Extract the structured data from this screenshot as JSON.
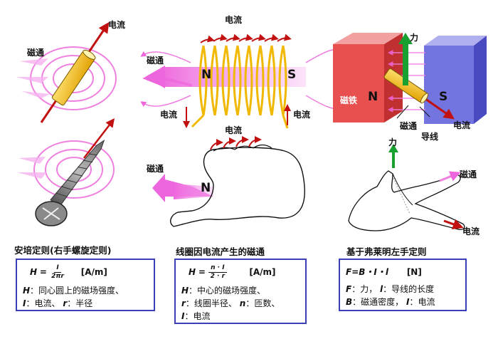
{
  "labels": {
    "current": "电流",
    "flux": "磁通",
    "north": "N",
    "south": "S",
    "force": "力",
    "iron": "磁铁",
    "wire": "导线"
  },
  "panels": {
    "left": {
      "title": "安培定则(右手螺旋定则)",
      "formula_lhs": "H",
      "formula_num": "I",
      "formula_den": "2πr",
      "formula_unit": "[A/m]",
      "line1_sym": "H",
      "line1_text": "：同心圆上的磁场强度、",
      "line2_sym1": "I",
      "line2_text1": "：电流、",
      "line2_sym2": "r",
      "line2_text2": "：半径"
    },
    "middle": {
      "title": "线圈因电流产生的磁通",
      "formula_lhs": "H",
      "formula_num": "n · I",
      "formula_den": "2 · r",
      "formula_unit": "[A/m]",
      "line1_sym": "H",
      "line1_text": "：中心的磁场强度、",
      "line2_sym1": "r",
      "line2_text1": "：线圈半径、",
      "line2_sym2": "n",
      "line2_text2": "：匝数、",
      "line3_sym": "I",
      "line3_text": "：电流"
    },
    "right": {
      "title": "基于弗莱明左手定则",
      "formula": "F=B・I・l",
      "formula_unit": "[N]",
      "line1_sym1": "F",
      "line1_text1": "：力，",
      "line1_sym2": "l",
      "line1_text2": "：导线的长度",
      "line2_sym1": "B",
      "line2_text1": "：磁通密度，",
      "line2_sym2": "I",
      "line2_text2": "：电流"
    }
  },
  "colors": {
    "flux": "#ee66dd",
    "flux_light": "#f6b3f0",
    "current": "#c21010",
    "coil": "#f0b800",
    "north_block": "#e85050",
    "south_block": "#6b6bd6",
    "force": "#18a030",
    "box_border": "#3b3fb6"
  }
}
